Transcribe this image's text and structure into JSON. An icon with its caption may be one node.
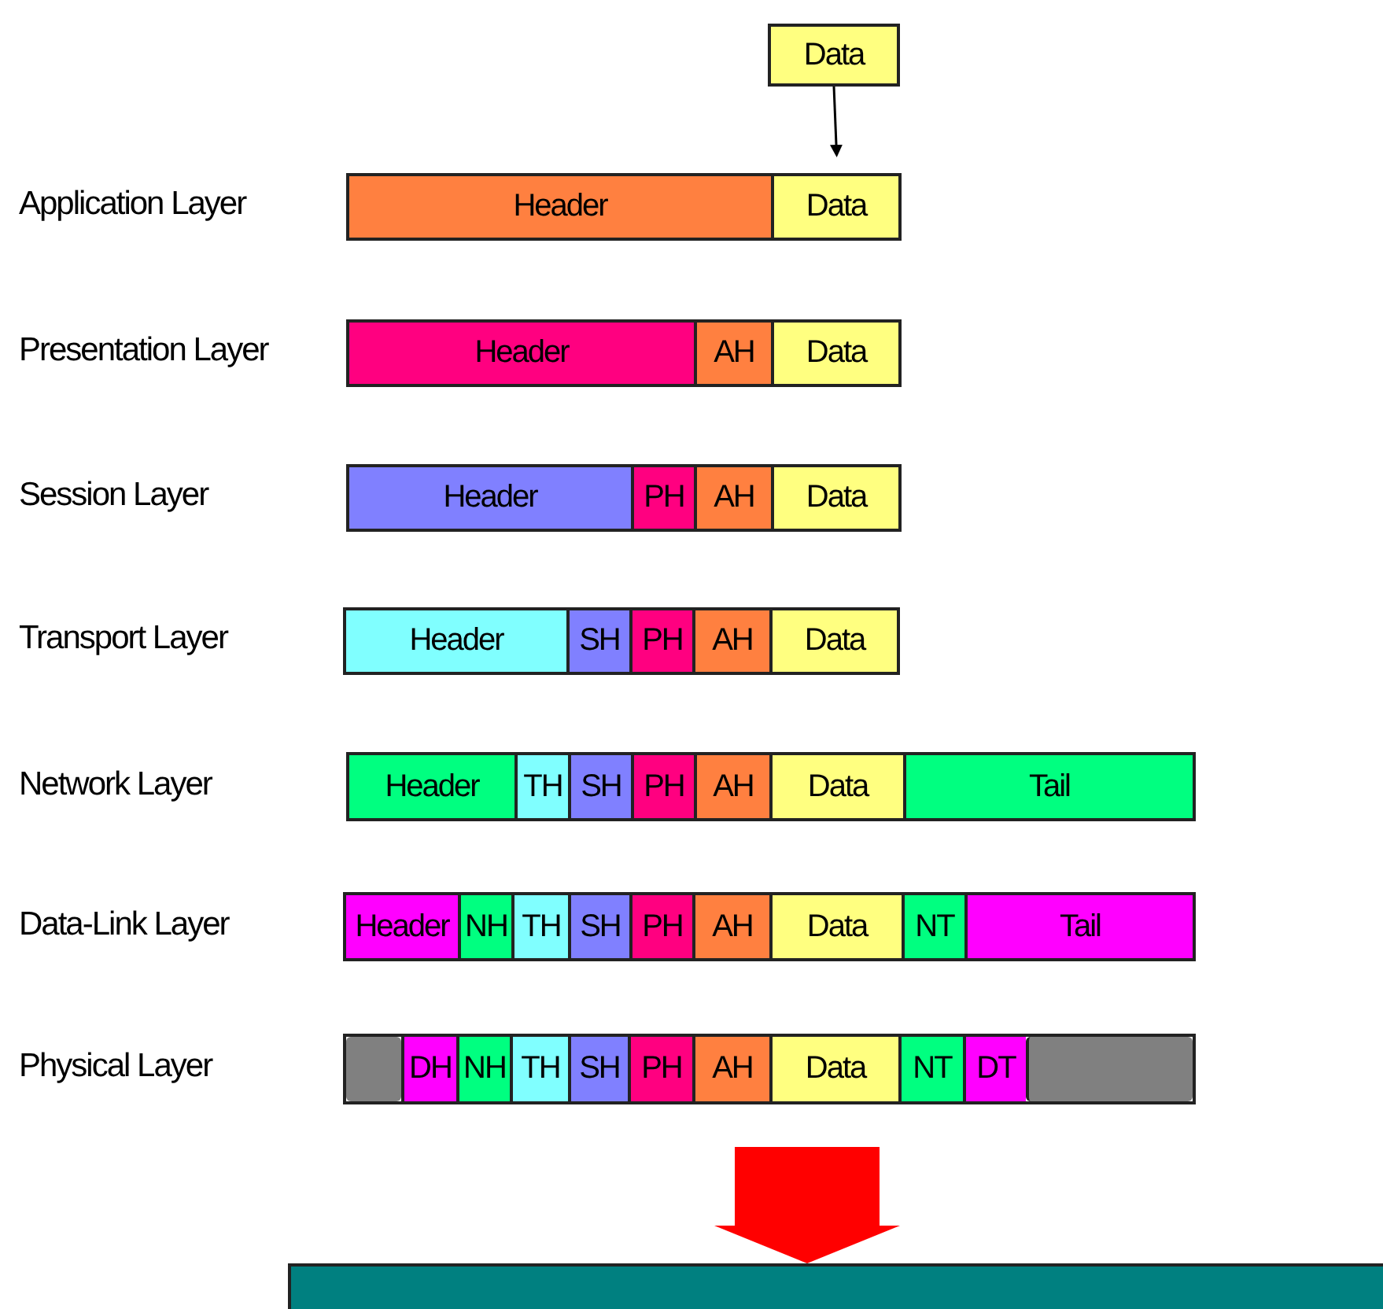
{
  "diagram": {
    "nodes": [
      {
        "text": [
          "Data"
        ]
      },
      {
        "text": [],
        "shape": "bar"
      },
      {
        "text": [
          "Header"
        ],
        "in": 1
      },
      {
        "text": [
          "Data"
        ],
        "in": 1
      },
      {
        "text": [],
        "shape": "bar"
      },
      {
        "text": [
          "Header"
        ],
        "in": 4
      },
      {
        "text": [
          "AH"
        ],
        "in": 4
      },
      {
        "text": [
          "Data"
        ],
        "in": 4
      },
      {
        "text": [],
        "shape": "bar"
      },
      {
        "text": [
          "Header"
        ],
        "in": 8
      },
      {
        "text": [
          "PH"
        ],
        "in": 8
      },
      {
        "text": [
          "AH"
        ],
        "in": 8
      },
      {
        "text": [
          "Data"
        ],
        "in": 8
      },
      {
        "text": [],
        "shape": "bar"
      },
      {
        "text": [
          "Header"
        ],
        "in": 13
      },
      {
        "text": [
          "SH"
        ],
        "in": 13
      },
      {
        "text": [
          "PH"
        ],
        "in": 13
      },
      {
        "text": [
          "AH"
        ],
        "in": 13
      },
      {
        "text": [
          "Data"
        ],
        "in": 13
      },
      {
        "text": [],
        "shape": "bar"
      },
      {
        "text": [
          "Header"
        ],
        "in": 19
      },
      {
        "text": [
          "TH"
        ],
        "in": 19
      },
      {
        "text": [
          "SH"
        ],
        "in": 19
      },
      {
        "text": [
          "PH"
        ],
        "in": 19
      },
      {
        "text": [
          "AH"
        ],
        "in": 19
      },
      {
        "text": [
          "Data"
        ],
        "in": 19
      },
      {
        "text": [
          "Tail"
        ],
        "in": 19
      },
      {
        "text": [],
        "shape": "bar"
      },
      {
        "text": [
          "Header"
        ],
        "in": 27
      },
      {
        "text": [
          "NH"
        ],
        "in": 27
      },
      {
        "text": [
          "TH"
        ],
        "in": 27
      },
      {
        "text": [
          "SH"
        ],
        "in": 27
      },
      {
        "text": [
          "PH"
        ],
        "in": 27
      },
      {
        "text": [
          "AH"
        ],
        "in": 27
      },
      {
        "text": [
          "Data"
        ],
        "in": 27
      },
      {
        "text": [
          "NT"
        ],
        "in": 27
      },
      {
        "text": [
          "Tail"
        ],
        "in": 27
      },
      {
        "text": [],
        "shape": "bar"
      },
      {
        "text": [],
        "shape": "box",
        "in": 37
      },
      {
        "text": [
          "DH"
        ],
        "in": 37
      },
      {
        "text": [
          "NH"
        ],
        "in": 37
      },
      {
        "text": [
          "TH"
        ],
        "in": 37
      },
      {
        "text": [
          "SH"
        ],
        "in": 37
      },
      {
        "text": [
          "PH"
        ],
        "in": 37
      },
      {
        "text": [
          "AH"
        ],
        "in": 37
      },
      {
        "text": [
          "Data"
        ],
        "in": 37
      },
      {
        "text": [
          "NT"
        ],
        "in": 37
      },
      {
        "text": [
          "DT"
        ],
        "in": 37
      },
      {
        "text": [],
        "shape": "box",
        "in": 37
      },
      {
        "text": [],
        "shape": "bar"
      }
    ],
    "edges": [
      {
        "from": 0,
        "to": 3,
        "arrow": "to"
      },
      {
        "from": 37,
        "to": 49,
        "arrow": "to",
        "style": "thick",
        "color": "#ff0000"
      }
    ],
    "labels": [
      "Application Layer",
      "Presentation Layer",
      "Session Layer",
      "Transport Layer",
      "Network Layer",
      "Data-Link Layer",
      "Physical Layer"
    ]
  }
}
